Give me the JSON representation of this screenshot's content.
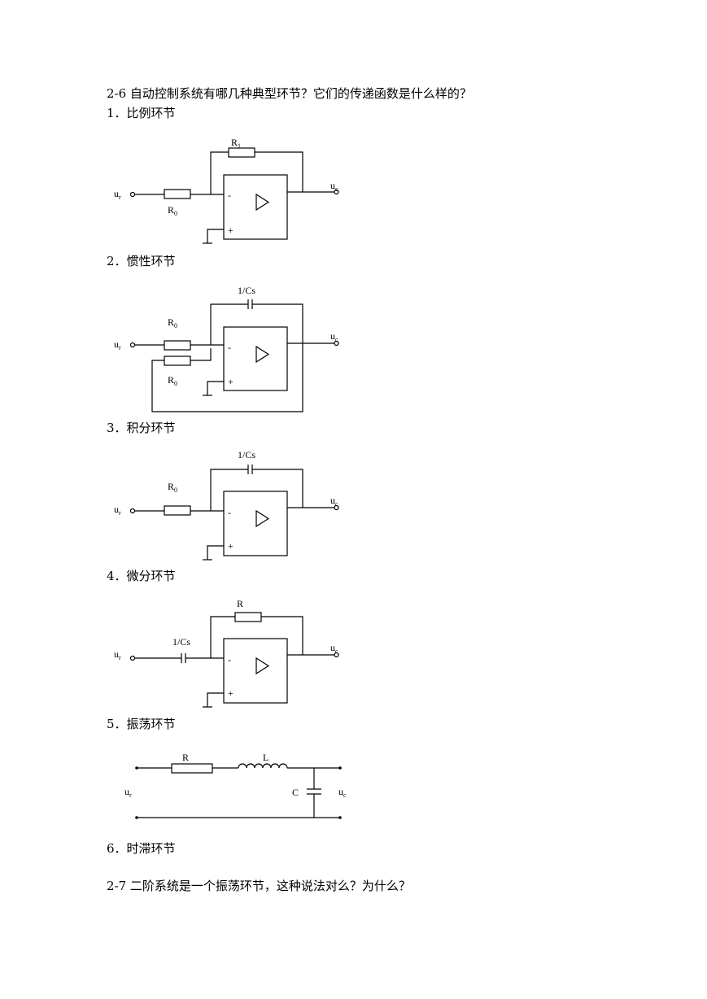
{
  "q1": {
    "title": "2-6  自动控制系统有哪几种典型环节？它们的传递函数是什么样的？"
  },
  "items": [
    {
      "label": "1．比例环节"
    },
    {
      "label": "2．惯性环节"
    },
    {
      "label": "3．积分环节"
    },
    {
      "label": "4．微分环节"
    },
    {
      "label": "5．振荡环节"
    },
    {
      "label": "6．时滞环节"
    }
  ],
  "q2": {
    "title": "2-7  二阶系统是一个振荡环节，这种说法对么？为什么？"
  },
  "circuit_labels": {
    "ur": "u",
    "ur_sub": "r",
    "uc": "u",
    "uc_sub": "c",
    "R1": "R",
    "R1_sub": "1",
    "R0": "R",
    "R0_sub": "0",
    "cap": "1/Cs",
    "R": "R",
    "L": "L",
    "C": "C",
    "minus": "-",
    "plus": "+"
  }
}
